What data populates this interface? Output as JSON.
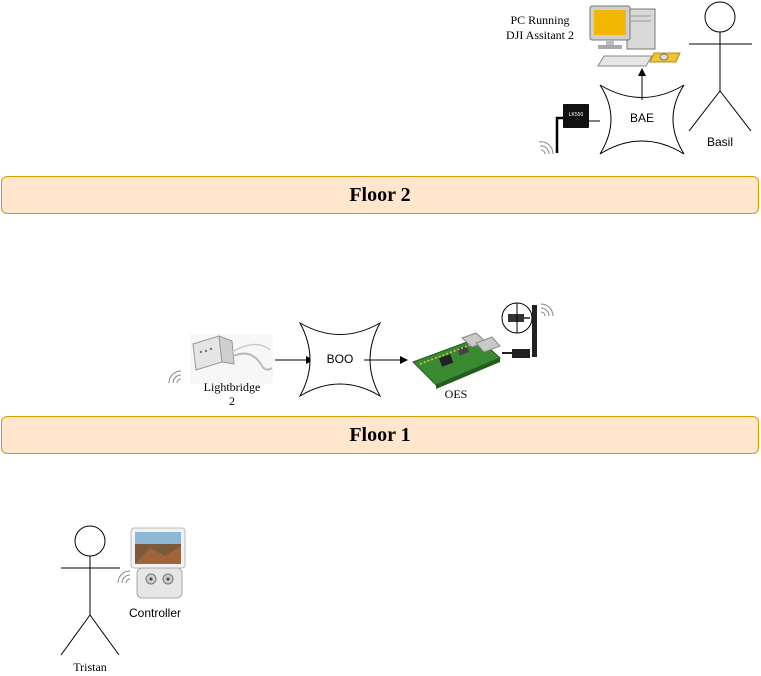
{
  "floors": {
    "floor2": "Floor 2",
    "floor1": "Floor 1"
  },
  "nodes": {
    "pc_line1": "PC Running",
    "pc_line2": "DJI Assitant 2",
    "bae": "BAE",
    "basil": "Basil",
    "lightbridge_line1": "Lightbridge",
    "lightbridge_line2": "2",
    "boo": "BOO",
    "oes": "OES",
    "controller": "Controller",
    "tristan": "Tristan"
  },
  "device_text": {
    "lk_module": "LK550"
  },
  "edges": [
    {
      "from": "BAE",
      "to": "PC Running DJI Assitant 2"
    },
    {
      "from": "Lightbridge 2",
      "to": "BOO"
    },
    {
      "from": "BOO",
      "to": "OES"
    }
  ],
  "colors": {
    "band_fill": "#ffe6cc",
    "band_stroke": "#d79b00",
    "wifi": "#888888"
  }
}
